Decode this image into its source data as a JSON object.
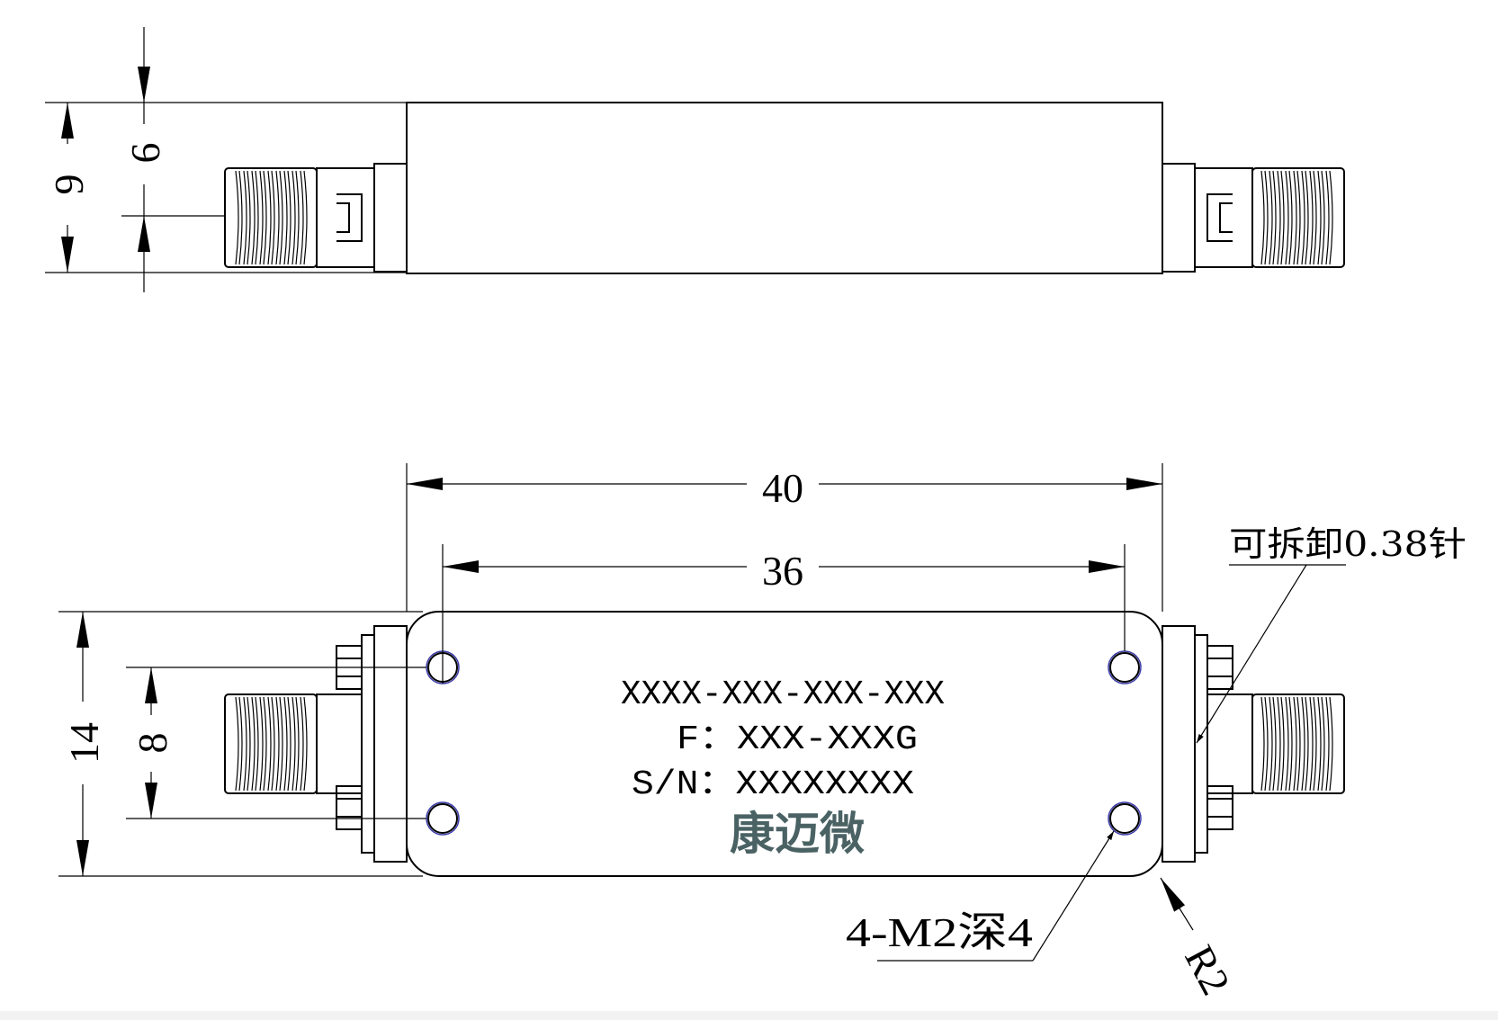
{
  "dimensions": {
    "overall_height": "9",
    "connector_center": "6",
    "overall_length": "40",
    "hole_spacing_x": "36",
    "body_width": "14",
    "hole_spacing_y": "8"
  },
  "notes": {
    "pin": "可拆卸0.38针",
    "holes": "4-M2深4",
    "radius": "R2"
  },
  "label": {
    "model": "XXXX-XXX-XXX-XXX",
    "frequency": "F：XXX-XXXG",
    "serial": "S/N：XXXXXXXX",
    "brand": "康迈微"
  },
  "colors": {
    "line": "#000000",
    "brand": "#4a6263",
    "hole_ring": "#3a3aa8"
  }
}
